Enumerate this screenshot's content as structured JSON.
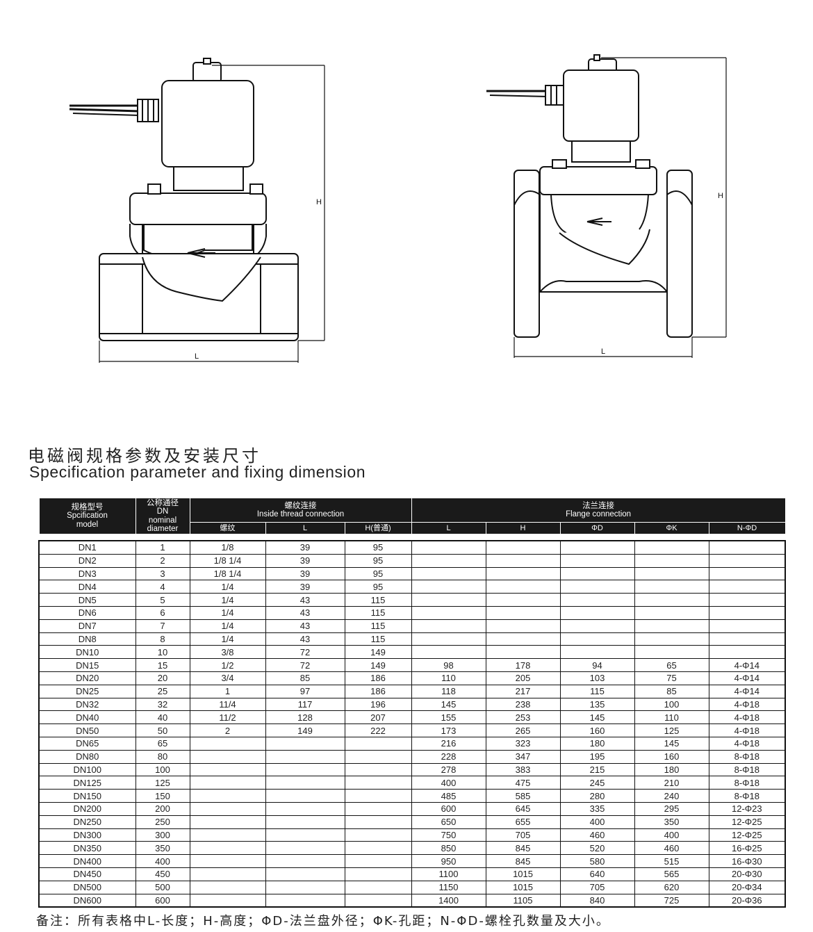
{
  "title_cn": "电磁阀规格参数及安装尺寸",
  "title_en": "Specification parameter and fixing dimension",
  "drawing_labels": {
    "height": "H",
    "length": "L"
  },
  "table": {
    "header": {
      "model": {
        "cn": "规格型号",
        "en1": "Spcification",
        "en2": "model"
      },
      "dn": {
        "cn": "公称通径",
        "l1": "DN",
        "l2": "nominal",
        "l3": "diameter"
      },
      "thread": {
        "cn": "螺纹连接",
        "en": "Inside thread connection"
      },
      "flange": {
        "cn": "法兰连接",
        "en": "Flange connection"
      },
      "sub": [
        "螺纹",
        "L",
        "H(普通)",
        "L",
        "H",
        "ΦD",
        "ΦK",
        "N-ΦD"
      ]
    },
    "rows": [
      [
        "DN1",
        "1",
        "1/8",
        "39",
        "95",
        "",
        "",
        "",
        "",
        ""
      ],
      [
        "DN2",
        "2",
        "1/8 1/4",
        "39",
        "95",
        "",
        "",
        "",
        "",
        ""
      ],
      [
        "DN3",
        "3",
        "1/8 1/4",
        "39",
        "95",
        "",
        "",
        "",
        "",
        ""
      ],
      [
        "DN4",
        "4",
        "1/4",
        "39",
        "95",
        "",
        "",
        "",
        "",
        ""
      ],
      [
        "DN5",
        "5",
        "1/4",
        "43",
        "115",
        "",
        "",
        "",
        "",
        ""
      ],
      [
        "DN6",
        "6",
        "1/4",
        "43",
        "115",
        "",
        "",
        "",
        "",
        ""
      ],
      [
        "DN7",
        "7",
        "1/4",
        "43",
        "115",
        "",
        "",
        "",
        "",
        ""
      ],
      [
        "DN8",
        "8",
        "1/4",
        "43",
        "115",
        "",
        "",
        "",
        "",
        ""
      ],
      [
        "DN10",
        "10",
        "3/8",
        "72",
        "149",
        "",
        "",
        "",
        "",
        ""
      ],
      [
        "DN15",
        "15",
        "1/2",
        "72",
        "149",
        "98",
        "178",
        "94",
        "65",
        "4-Φ14"
      ],
      [
        "DN20",
        "20",
        "3/4",
        "85",
        "186",
        "110",
        "205",
        "103",
        "75",
        "4-Φ14"
      ],
      [
        "DN25",
        "25",
        "1",
        "97",
        "186",
        "118",
        "217",
        "115",
        "85",
        "4-Φ14"
      ],
      [
        "DN32",
        "32",
        "11/4",
        "117",
        "196",
        "145",
        "238",
        "135",
        "100",
        "4-Φ18"
      ],
      [
        "DN40",
        "40",
        "11/2",
        "128",
        "207",
        "155",
        "253",
        "145",
        "110",
        "4-Φ18"
      ],
      [
        "DN50",
        "50",
        "2",
        "149",
        "222",
        "173",
        "265",
        "160",
        "125",
        "4-Φ18"
      ],
      [
        "DN65",
        "65",
        "",
        "",
        "",
        "216",
        "323",
        "180",
        "145",
        "4-Φ18"
      ],
      [
        "DN80",
        "80",
        "",
        "",
        "",
        "228",
        "347",
        "195",
        "160",
        "8-Φ18"
      ],
      [
        "DN100",
        "100",
        "",
        "",
        "",
        "278",
        "383",
        "215",
        "180",
        "8-Φ18"
      ],
      [
        "DN125",
        "125",
        "",
        "",
        "",
        "400",
        "475",
        "245",
        "210",
        "8-Φ18"
      ],
      [
        "DN150",
        "150",
        "",
        "",
        "",
        "485",
        "585",
        "280",
        "240",
        "8-Φ18"
      ],
      [
        "DN200",
        "200",
        "",
        "",
        "",
        "600",
        "645",
        "335",
        "295",
        "12-Φ23"
      ],
      [
        "DN250",
        "250",
        "",
        "",
        "",
        "650",
        "655",
        "400",
        "350",
        "12-Φ25"
      ],
      [
        "DN300",
        "300",
        "",
        "",
        "",
        "750",
        "705",
        "460",
        "400",
        "12-Φ25"
      ],
      [
        "DN350",
        "350",
        "",
        "",
        "",
        "850",
        "845",
        "520",
        "460",
        "16-Φ25"
      ],
      [
        "DN400",
        "400",
        "",
        "",
        "",
        "950",
        "845",
        "580",
        "515",
        "16-Φ30"
      ],
      [
        "DN450",
        "450",
        "",
        "",
        "",
        "1100",
        "1015",
        "640",
        "565",
        "20-Φ30"
      ],
      [
        "DN500",
        "500",
        "",
        "",
        "",
        "1150",
        "1015",
        "705",
        "620",
        "20-Φ34"
      ],
      [
        "DN600",
        "600",
        "",
        "",
        "",
        "1400",
        "1105",
        "840",
        "725",
        "20-Φ36"
      ]
    ]
  },
  "note": "备注：所有表格中L-长度；H-高度；ΦD-法兰盘外径；ΦK-孔距；N-ΦD-螺栓孔数量及大小。"
}
